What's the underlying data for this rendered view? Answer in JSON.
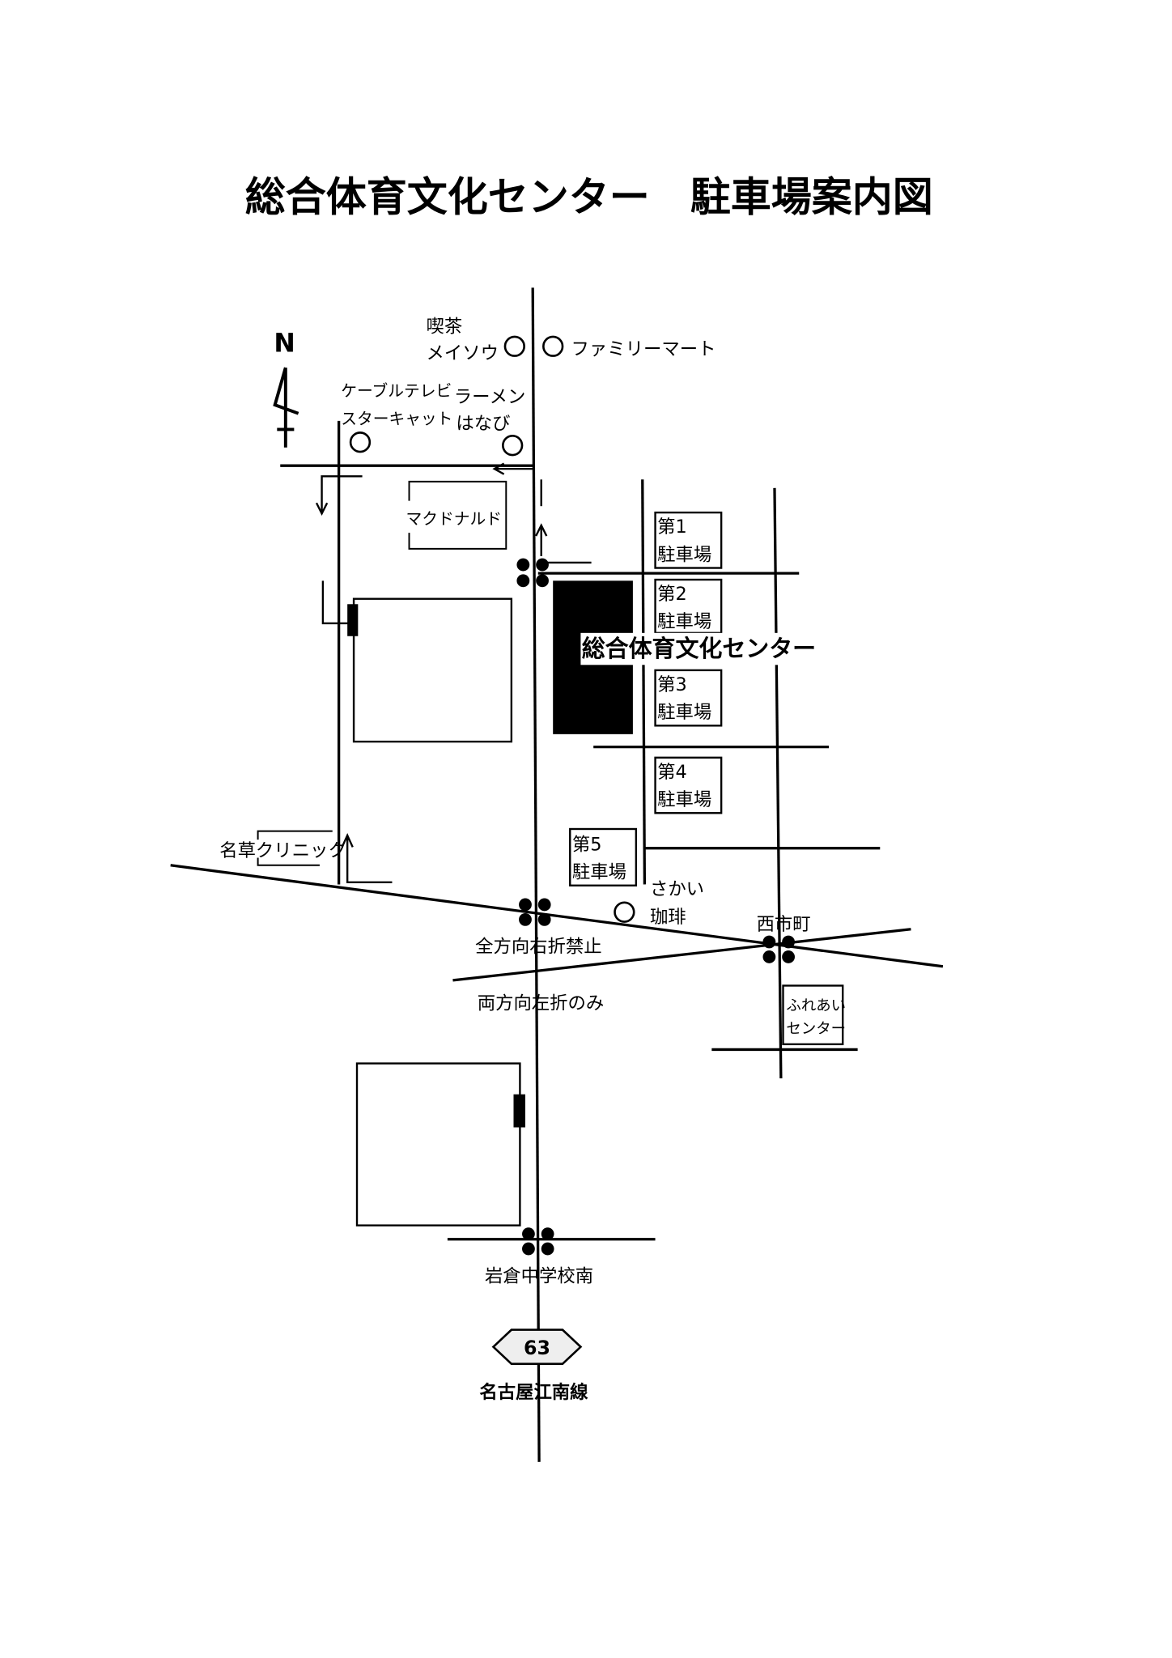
{
  "title": "総合体育文化センター　駐車場案内図",
  "compass": "N",
  "landmarks": {
    "kissa_1": "喫茶",
    "kissa_2": "メイソウ",
    "familymart": "ファミリーマート",
    "cable_1": "ケーブルテレビ",
    "cable_2": "スターキャット",
    "ramen_1": "ラーメン",
    "ramen_2": "はなび",
    "mcdonalds": "マクドナルド",
    "clinic": "名草クリニック",
    "coffee_1": "さかい",
    "coffee_2": "珈琲",
    "fureai_1": "ふれあい",
    "fureai_2": "センター"
  },
  "center_label": "総合体育文化センター",
  "parking": [
    {
      "l1": "第1",
      "l2": "駐車場"
    },
    {
      "l1": "第2",
      "l2": "駐車場"
    },
    {
      "l1": "第3",
      "l2": "駐車場"
    },
    {
      "l1": "第4",
      "l2": "駐車場"
    },
    {
      "l1": "第5",
      "l2": "駐車場"
    }
  ],
  "intersections": {
    "no_right_turn": "全方向右折禁止",
    "left_only": "両方向左折のみ",
    "nishiichimachi": "西市町",
    "iwakura": "岩倉中学校南"
  },
  "route": {
    "number": "63",
    "name": "名古屋江南線"
  }
}
